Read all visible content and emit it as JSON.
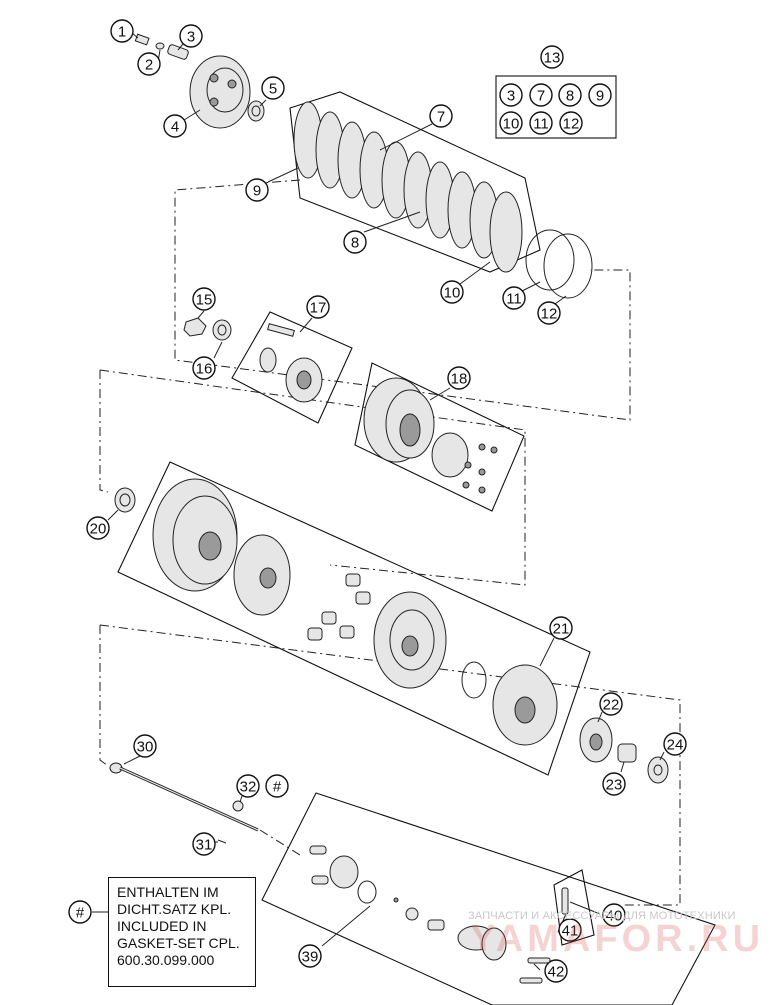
{
  "callouts": [
    {
      "id": "c1",
      "label": "1"
    },
    {
      "id": "c2",
      "label": "2"
    },
    {
      "id": "c3",
      "label": "3"
    },
    {
      "id": "c4",
      "label": "4"
    },
    {
      "id": "c5",
      "label": "5"
    },
    {
      "id": "c7",
      "label": "7"
    },
    {
      "id": "c8",
      "label": "8"
    },
    {
      "id": "c9",
      "label": "9"
    },
    {
      "id": "c10",
      "label": "10"
    },
    {
      "id": "c11",
      "label": "11"
    },
    {
      "id": "c12",
      "label": "12"
    },
    {
      "id": "c13",
      "label": "13"
    },
    {
      "id": "c15",
      "label": "15"
    },
    {
      "id": "c16",
      "label": "16"
    },
    {
      "id": "c17",
      "label": "17"
    },
    {
      "id": "c18",
      "label": "18"
    },
    {
      "id": "c20",
      "label": "20"
    },
    {
      "id": "c21",
      "label": "21"
    },
    {
      "id": "c22",
      "label": "22"
    },
    {
      "id": "c23",
      "label": "23"
    },
    {
      "id": "c24",
      "label": "24"
    },
    {
      "id": "c30",
      "label": "30"
    },
    {
      "id": "c31",
      "label": "31"
    },
    {
      "id": "c32",
      "label": "32"
    },
    {
      "id": "c32hash",
      "label": "#"
    },
    {
      "id": "c39",
      "label": "39"
    },
    {
      "id": "c40",
      "label": "40"
    },
    {
      "id": "c41",
      "label": "41"
    },
    {
      "id": "c42",
      "label": "42"
    },
    {
      "id": "cnote",
      "label": "#"
    }
  ],
  "kit13_items": [
    "3",
    "7",
    "8",
    "9",
    "10",
    "11",
    "12"
  ],
  "note": {
    "lines": [
      "ENTHALTEN IM",
      "DICHT.SATZ KPL.",
      "INCLUDED IN",
      "GASKET-SET CPL.",
      "600.30.099.000"
    ]
  },
  "watermark": {
    "text": "ЗАПЧАСТИ И АКСЕССУАРЫ ДЛЯ МОТОТЕХНИКИ",
    "logo": "YAMAFOR.RU"
  }
}
